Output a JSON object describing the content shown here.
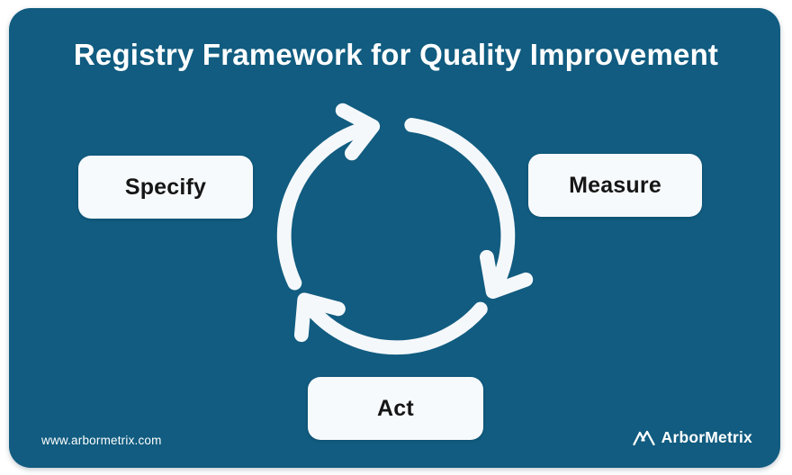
{
  "title": "Registry Framework for Quality Improvement",
  "cycle": {
    "icon": "cycle-arrows-icon",
    "direction": "clockwise",
    "steps": [
      {
        "label": "Specify",
        "position": "left"
      },
      {
        "label": "Measure",
        "position": "right"
      },
      {
        "label": "Act",
        "position": "bottom"
      }
    ]
  },
  "footer": {
    "website": "www.arbormetrix.com",
    "brand_name": "ArborMetrix",
    "brand_icon": "mountain-peaks-icon"
  },
  "colors": {
    "card_background": "#115C80",
    "step_box_background": "#F7FAFC",
    "title_text": "#FFFFFF",
    "step_text": "#161616",
    "cycle_arrows": "#F5F8FB",
    "footer_text": "#FFFFFF"
  }
}
